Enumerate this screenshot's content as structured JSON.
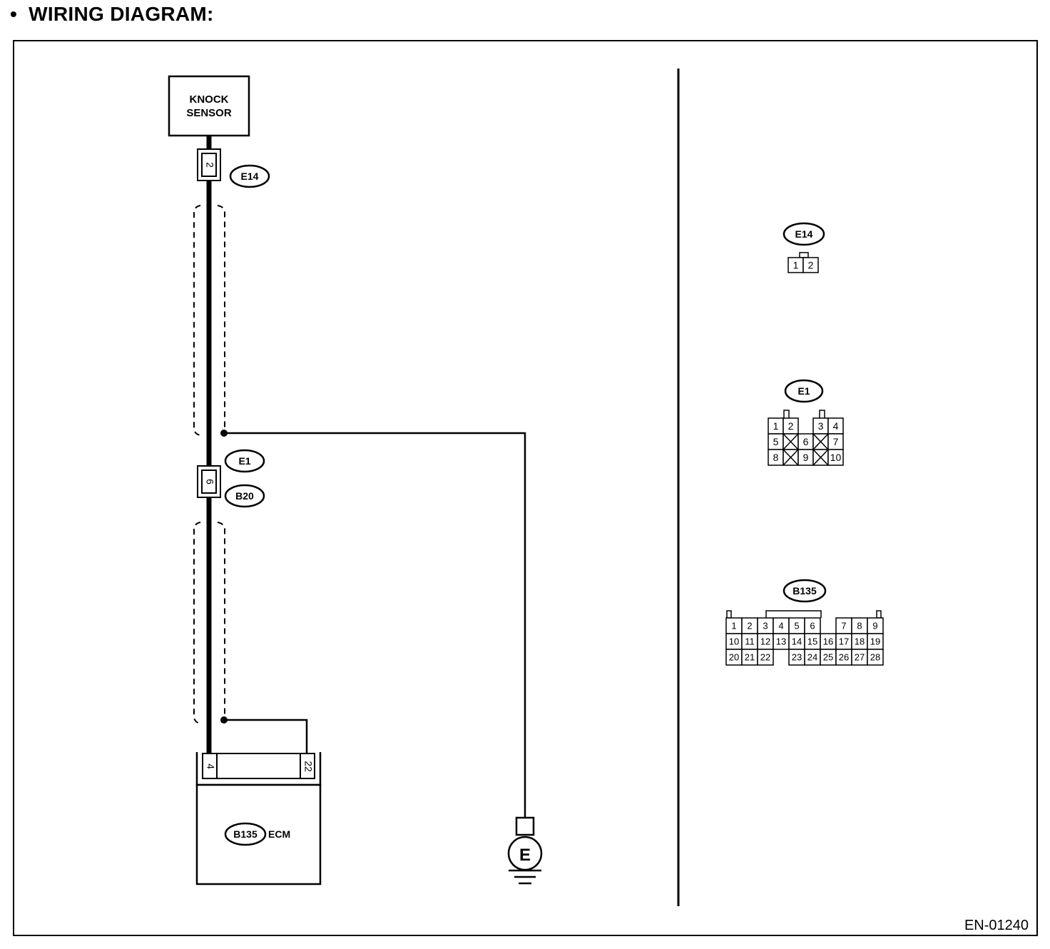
{
  "heading": {
    "bullet": "•",
    "title": "WIRING DIAGRAM:"
  },
  "figure_code": "EN-01240",
  "components": {
    "knock_sensor": {
      "line1": "KNOCK",
      "line2": "SENSOR"
    },
    "ecm": {
      "connector": "B135",
      "name": "ECM",
      "pin_left": "4",
      "pin_right": "22"
    },
    "ground": {
      "label": "E"
    }
  },
  "wire_connectors": {
    "e14": {
      "label": "E14",
      "pin": "2"
    },
    "e1": {
      "label": "E1",
      "pin": "6"
    },
    "b20": {
      "label": "B20"
    }
  },
  "connector_views": {
    "e14": {
      "label": "E14",
      "rows": [
        [
          "1",
          "2"
        ]
      ]
    },
    "e1": {
      "label": "E1",
      "rows": [
        [
          "1",
          "2",
          "",
          "3",
          "4"
        ],
        [
          "5",
          "",
          "6",
          "",
          "7"
        ],
        [
          "8",
          "",
          "9",
          "",
          "10"
        ]
      ]
    },
    "b135": {
      "label": "B135",
      "rows": [
        [
          "1",
          "2",
          "3",
          "4",
          "5",
          "6",
          "",
          "7",
          "8",
          "9"
        ],
        [
          "10",
          "11",
          "12",
          "13",
          "14",
          "15",
          "16",
          "17",
          "18",
          "19"
        ],
        [
          "20",
          "21",
          "22",
          "",
          "23",
          "24",
          "25",
          "26",
          "27",
          "28"
        ]
      ]
    }
  }
}
